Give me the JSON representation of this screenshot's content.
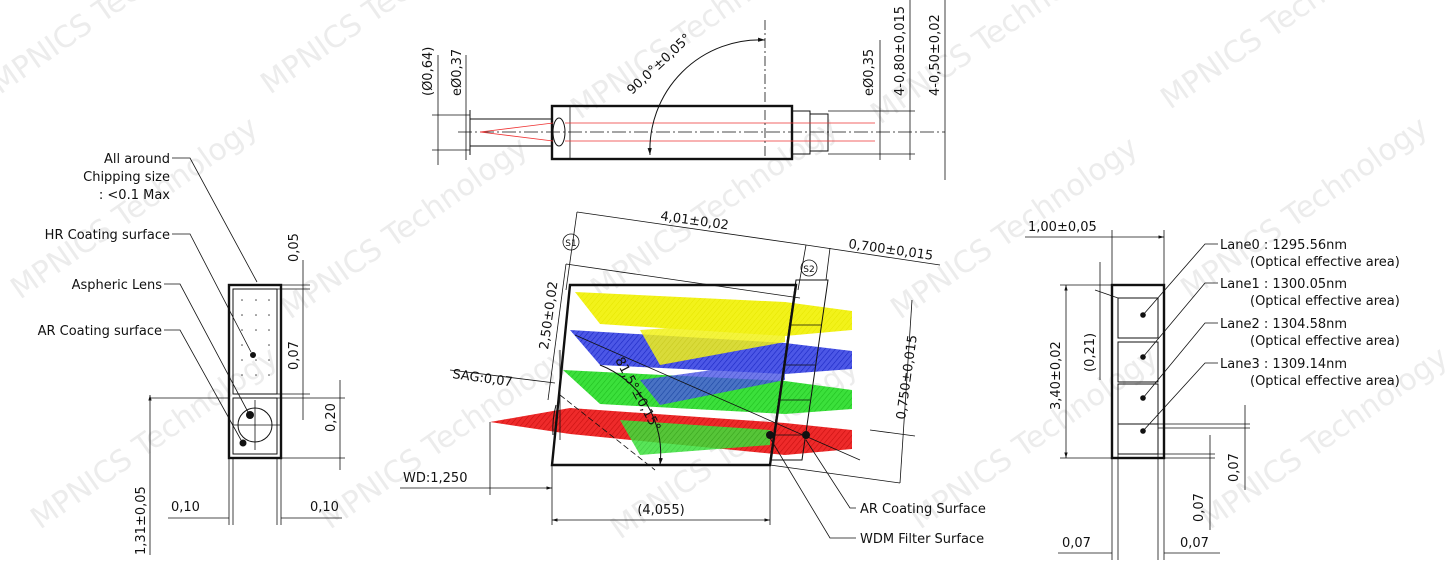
{
  "watermark": "MPNICS Technology",
  "top_view": {
    "dims": [
      "(Ø0,64)",
      "eØ0,37",
      "90,0°±0,05°",
      "eØ0,35",
      "4-0,80±0,015",
      "4-0,50±0,02"
    ]
  },
  "left_view": {
    "labels": [
      "All around",
      "Chipping size",
      ": <0.1 Max",
      "HR Coating surface",
      "Aspheric Lens",
      "AR Coating surface"
    ],
    "dims": [
      "0,05",
      "0,07",
      "0,20",
      "1,31±0,05",
      "0,10",
      "0,10"
    ]
  },
  "center_view": {
    "dims": [
      "4,01±0,02",
      "0,700±0,015",
      "2,50±0,02",
      "SAG:0,07",
      "81,5°±0,15°",
      "0,750±0,015",
      "WD:1,250",
      "(4,055)"
    ],
    "surface_marks": [
      "S1",
      "S2"
    ],
    "callouts": [
      "AR Coating Surface",
      "WDM Filter Surface"
    ],
    "beam_colors": [
      "#f2f21a",
      "#2e3bd6",
      "#29d129",
      "#e62020"
    ]
  },
  "right_view": {
    "dims": [
      "1,00±0,05",
      "(0,21)",
      "3,40±0,02",
      "0,07",
      "0,07",
      "0,07",
      "0,07"
    ],
    "lanes": [
      {
        "name": "Lane0 : 1295.56nm",
        "note": "(Optical effective area)"
      },
      {
        "name": "Lane1 : 1300.05nm",
        "note": "(Optical effective area)"
      },
      {
        "name": "Lane2 : 1304.58nm",
        "note": "(Optical effective area)"
      },
      {
        "name": "Lane3 : 1309.14nm",
        "note": "(Optical effective area)"
      }
    ]
  }
}
